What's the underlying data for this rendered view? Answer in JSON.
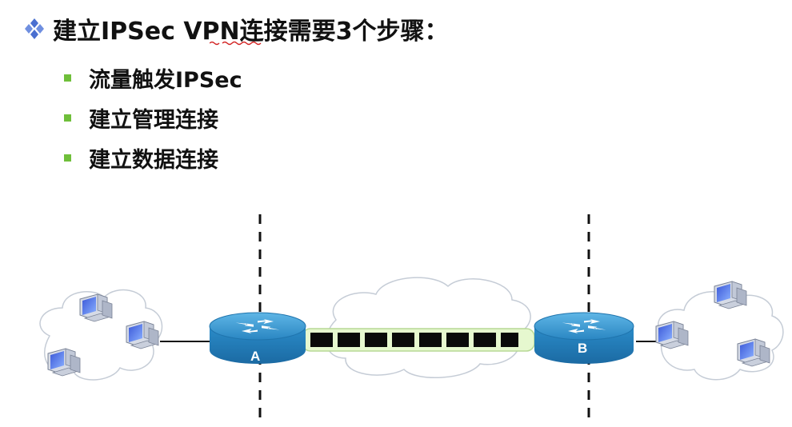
{
  "heading": {
    "text": "建立IPSec VPN连接需要3个步骤：",
    "bullet_icon": "diamond-cluster-icon",
    "bullet_color": "#4a6fd0"
  },
  "steps": [
    {
      "label": "流量触发IPSec"
    },
    {
      "label": "建立管理连接"
    },
    {
      "label": "建立数据连接"
    }
  ],
  "diagram": {
    "router_a_label": "A",
    "router_b_label": "B",
    "router_color": "#2e8fc9",
    "tunnel_color": "#e6f8cf",
    "packet_color": "#0a0a0a",
    "packet_count": 8,
    "left_computers": 3,
    "right_computers": 3
  }
}
